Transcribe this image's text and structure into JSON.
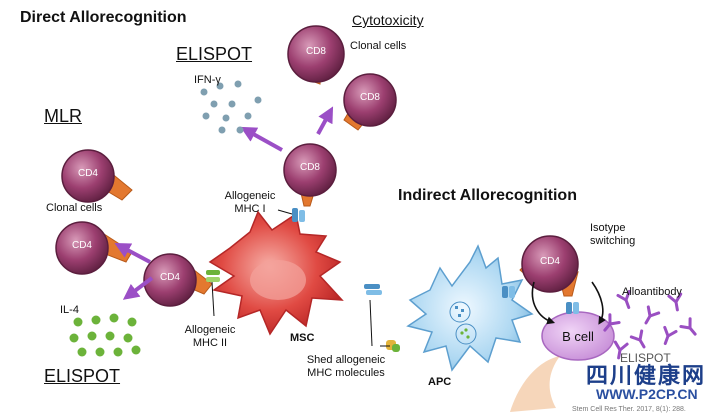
{
  "titles": {
    "direct": "Direct Allorecognition",
    "indirect": "Indirect Allorecognition"
  },
  "sections": {
    "cytotoxicity": "Cytotoxicity",
    "elispot_top": "ELISPOT",
    "mlr": "MLR",
    "elispot_bottom": "ELISPOT"
  },
  "labels": {
    "clonal_cells_top": "Clonal cells",
    "clonal_cells_left": "Clonal cells",
    "ifn_gamma": "IFN-γ",
    "il4": "IL-4",
    "allogeneic_mhc1": [
      "Allogeneic",
      "MHC I"
    ],
    "allogeneic_mhc2": [
      "Allogeneic",
      "MHC II"
    ],
    "msc": "MSC",
    "shed": [
      "Shed allogeneic",
      "MHC molecules"
    ],
    "apc": "APC",
    "isotype": [
      "Isotype",
      "switching"
    ],
    "alloantibody": "Alloantibody",
    "bcell": "B cell",
    "elispot_right": "ELISPOT"
  },
  "cells": {
    "cd8": "CD8",
    "cd4": "CD4"
  },
  "watermark": {
    "text": "四川健康网",
    "url": "WWW.P2CP.CN",
    "citation": "Stem Cell Res Ther. 2017, 8(1): 288."
  },
  "colors": {
    "tcell": "#8b2f5e",
    "msc": "#d63a3a",
    "apc": "#9fd0ee",
    "arrow": "#9b4fc6",
    "ifn_dot": "#7f9fb0",
    "il4_dot": "#6cb33a",
    "antibody": "#9a4fc2"
  }
}
